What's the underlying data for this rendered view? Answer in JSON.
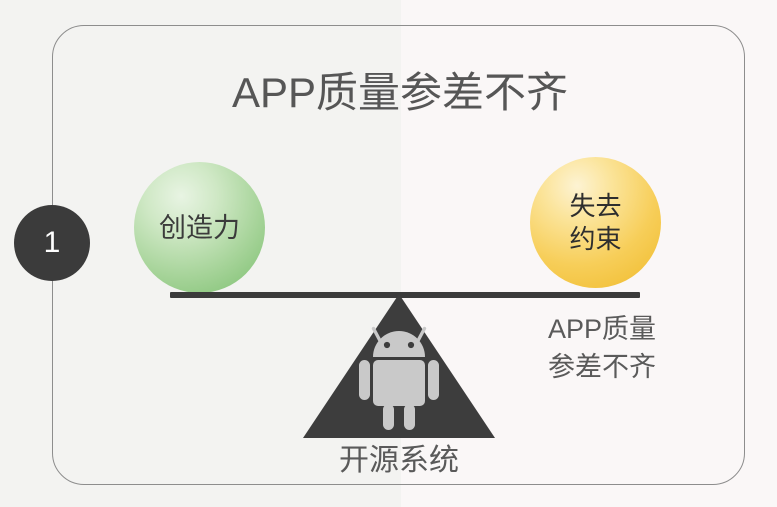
{
  "slide": {
    "step_number": "1",
    "headline": "APP质量参差不齐",
    "panel_border_color": "#8d8d8d",
    "background_color": "#f4f4f2"
  },
  "balance": {
    "bar_color": "#3b3b3b",
    "left_sphere": {
      "label": "创造力",
      "color": "#8cc77f",
      "icon": "green-sphere"
    },
    "right_sphere": {
      "label_line1": "失去",
      "label_line2": "约束",
      "color": "#f2c13a",
      "icon": "amber-sphere"
    },
    "fulcrum": {
      "caption": "开源系统",
      "icon": "android-robot-icon",
      "triangle_color": "#3d3d3d",
      "robot_color": "#c9c9c9"
    }
  },
  "annotation": {
    "line1": "APP质量",
    "line2": "参差不齐",
    "color": "#5a5a5a"
  }
}
